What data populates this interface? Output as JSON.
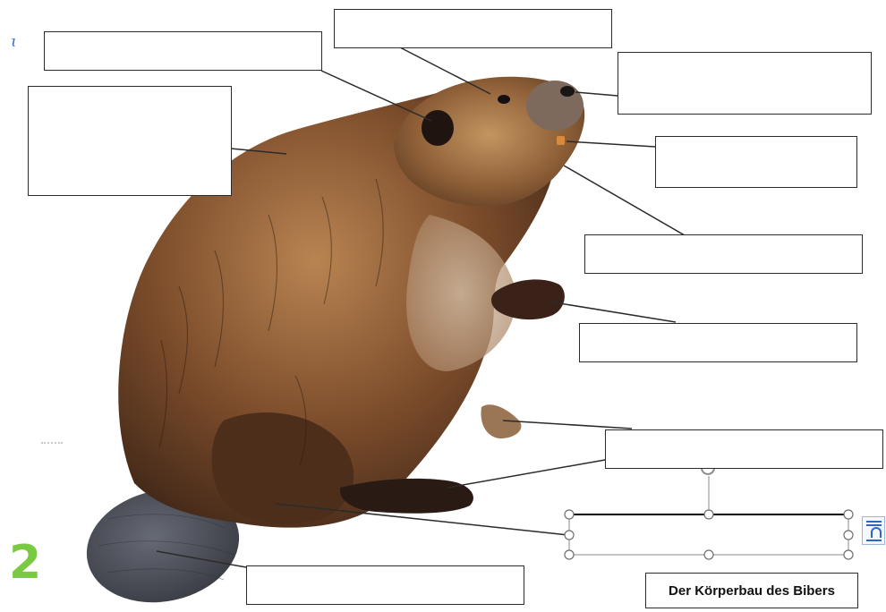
{
  "title": "Der Körperbau des Bibers",
  "page_number": "2",
  "colors": {
    "page_number": "#7ac943",
    "line": "#2b2b2b",
    "fur_dark": "#3a2418",
    "fur_mid": "#6b4226",
    "fur_light": "#b07a4a",
    "tail": "#4a4d57",
    "selection": "#8a8a8a"
  },
  "answer_boxes": [
    {
      "id": "eye",
      "label": ""
    },
    {
      "id": "ear",
      "label": ""
    },
    {
      "id": "nose",
      "label": ""
    },
    {
      "id": "fur",
      "label": ""
    },
    {
      "id": "teeth",
      "label": ""
    },
    {
      "id": "mouth",
      "label": ""
    },
    {
      "id": "front-paw",
      "label": ""
    },
    {
      "id": "hind-foot",
      "label": ""
    },
    {
      "id": "selected-textbox",
      "label": ""
    },
    {
      "id": "tail",
      "label": ""
    }
  ],
  "icons": {
    "rotate_handle": "rotate-handle-icon",
    "layout_options": "layout-options-icon"
  }
}
